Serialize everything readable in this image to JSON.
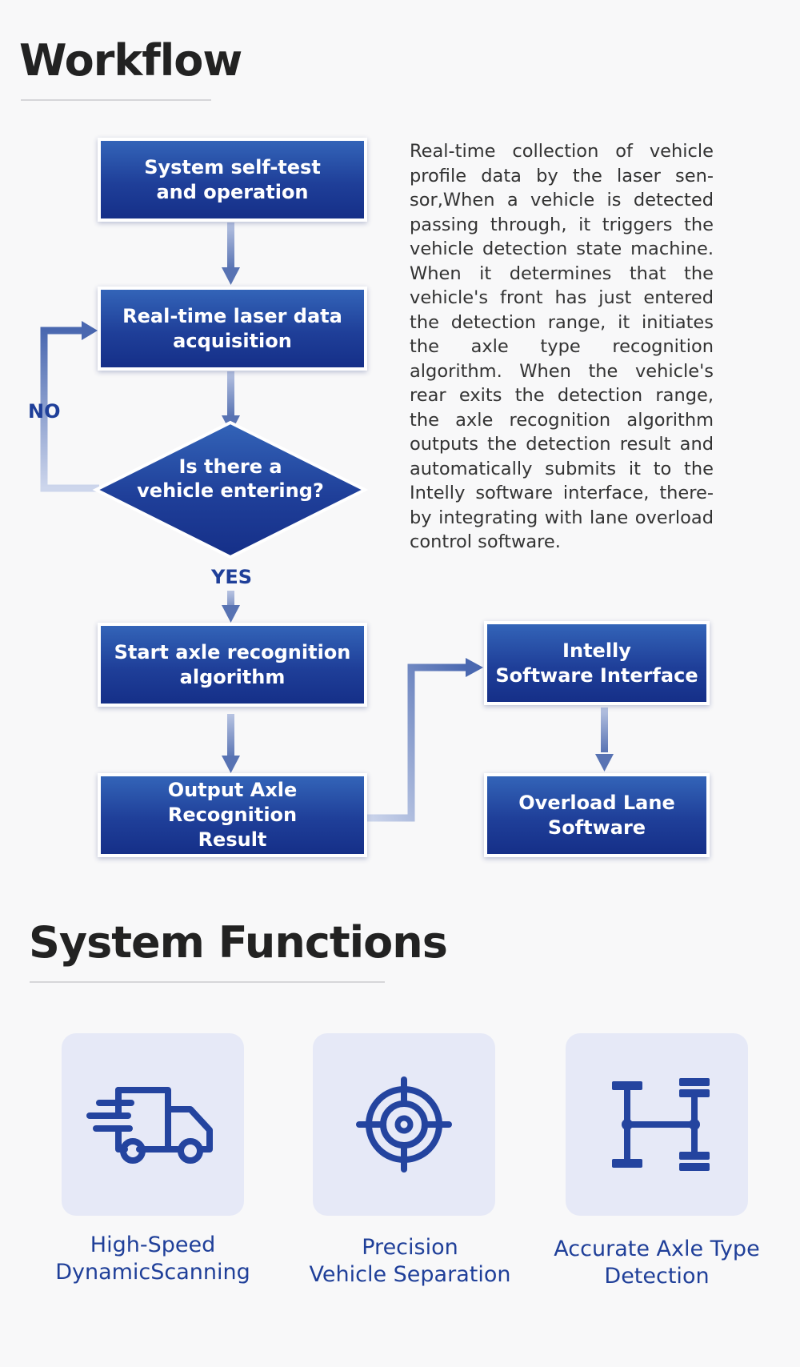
{
  "workflow": {
    "title": "Workflow",
    "steps": {
      "self_test": "System self-test\nand operation",
      "laser": "Real-time laser data\nacquisition",
      "decision": "Is there a\nvehicle entering?",
      "axle": "Start axle recognition\nalgorithm",
      "output": "Output Axle Recognition\nResult",
      "intelly": "Intelly\nSoftware Interface",
      "overload": "Overload Lane\nSoftware"
    },
    "labels": {
      "no": "NO",
      "yes": "YES"
    },
    "description": "Real-time collection of vehicle profile data by the laser sen­sor,When a vehicle is detected passing through, it triggers the vehicle detection state ma­chine. When it determines that the vehicle's front has just en­tered the detection range, it ini­tiates the axle type recognition algorithm. When the vehicle's rear exits the detection range, the axle recognition algorithm outputs the detection result and automatically submits it to the Intelly software interface, there­by integrating with lane over­load control software."
  },
  "functions": {
    "title": "System Functions",
    "items": [
      {
        "icon": "delivery-truck-icon",
        "label": "High-Speed\nDynamicScanning"
      },
      {
        "icon": "crosshair-target-icon",
        "label": "Precision\nVehicle Separation"
      },
      {
        "icon": "axle-chassis-icon",
        "label": "Accurate Axle Type\nDetection"
      }
    ]
  },
  "colors": {
    "box": "#1f3f99",
    "arrow": "#6b83bd",
    "icon": "#24449f",
    "card": "#e6e9f7",
    "title": "#222222"
  }
}
